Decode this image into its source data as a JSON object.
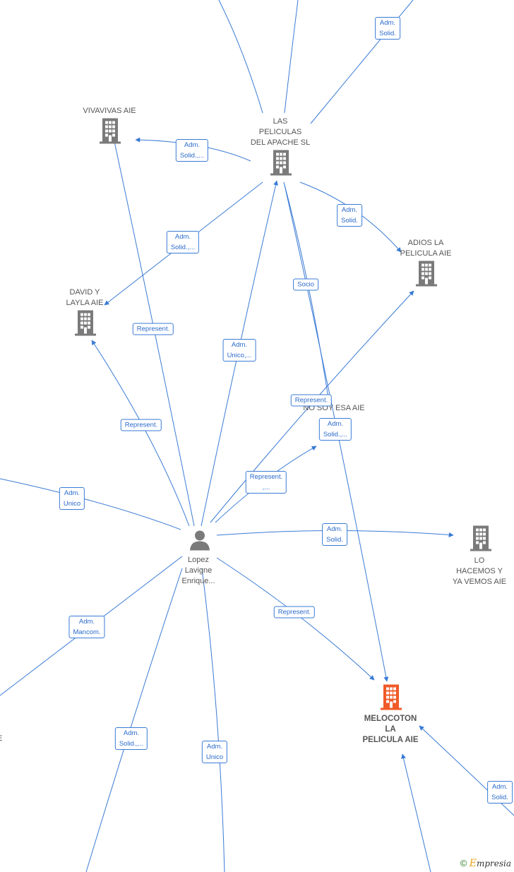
{
  "nodes": {
    "las_peliculas": {
      "label": [
        "LAS",
        "PELICULAS",
        "DEL APACHE  SL"
      ],
      "type": "company"
    },
    "vivavivas": {
      "label": [
        "VIVAVIVAS AIE"
      ],
      "type": "company"
    },
    "adios": {
      "label": [
        "ADIOS LA",
        "PELICULA AIE"
      ],
      "type": "company"
    },
    "david": {
      "label": [
        "DAVID Y",
        "LAYLA AIE"
      ],
      "type": "company"
    },
    "no_soy": {
      "label": [
        "NO SOY ESA AIE"
      ],
      "type": "company"
    },
    "lo_hacemos": {
      "label": [
        "LO",
        "HACEMOS Y",
        "YA VEMOS AIE"
      ],
      "type": "company"
    },
    "melocoton": {
      "label": [
        "MELOCOTON",
        "LA",
        "PELICULA AIE"
      ],
      "type": "company-main"
    },
    "lopez": {
      "label": [
        "Lopez",
        "Lavigne",
        "Enrique..."
      ],
      "type": "person"
    },
    "partial_left": {
      "label": [
        "E"
      ],
      "type": "partial"
    }
  },
  "edge_labels": {
    "e1": [
      "Adm.",
      "Solid."
    ],
    "e2": [
      "Adm.",
      "Solid.,..."
    ],
    "e3": [
      "Adm.",
      "Solid."
    ],
    "e4": [
      "Adm.",
      "Solid.,..."
    ],
    "e5": [
      "Socio"
    ],
    "e6": [
      "Represent."
    ],
    "e7": [
      "Adm.",
      "Unico,..."
    ],
    "e8": [
      "Represent."
    ],
    "e9": [
      "Represent."
    ],
    "e10": [
      "Adm.",
      "Solid.,..."
    ],
    "e11": [
      "Represent.",
      ",..."
    ],
    "e12": [
      "Adm.",
      "Unico"
    ],
    "e13": [
      "Adm.",
      "Solid."
    ],
    "e14": [
      "Represent."
    ],
    "e15": [
      "Adm.",
      "Mancom."
    ],
    "e16": [
      "Adm.",
      "Solid.,..."
    ],
    "e17": [
      "Adm.",
      "Unico"
    ],
    "e18": [
      "Adm.",
      "Solid."
    ]
  },
  "colors": {
    "edge": "#3a7bd5",
    "company_icon": "#7a7a7a",
    "main_icon": "#f05a28",
    "person_icon": "#7a7a7a"
  },
  "brand": {
    "symbol": "©",
    "first": "E",
    "rest": "mpresia"
  }
}
